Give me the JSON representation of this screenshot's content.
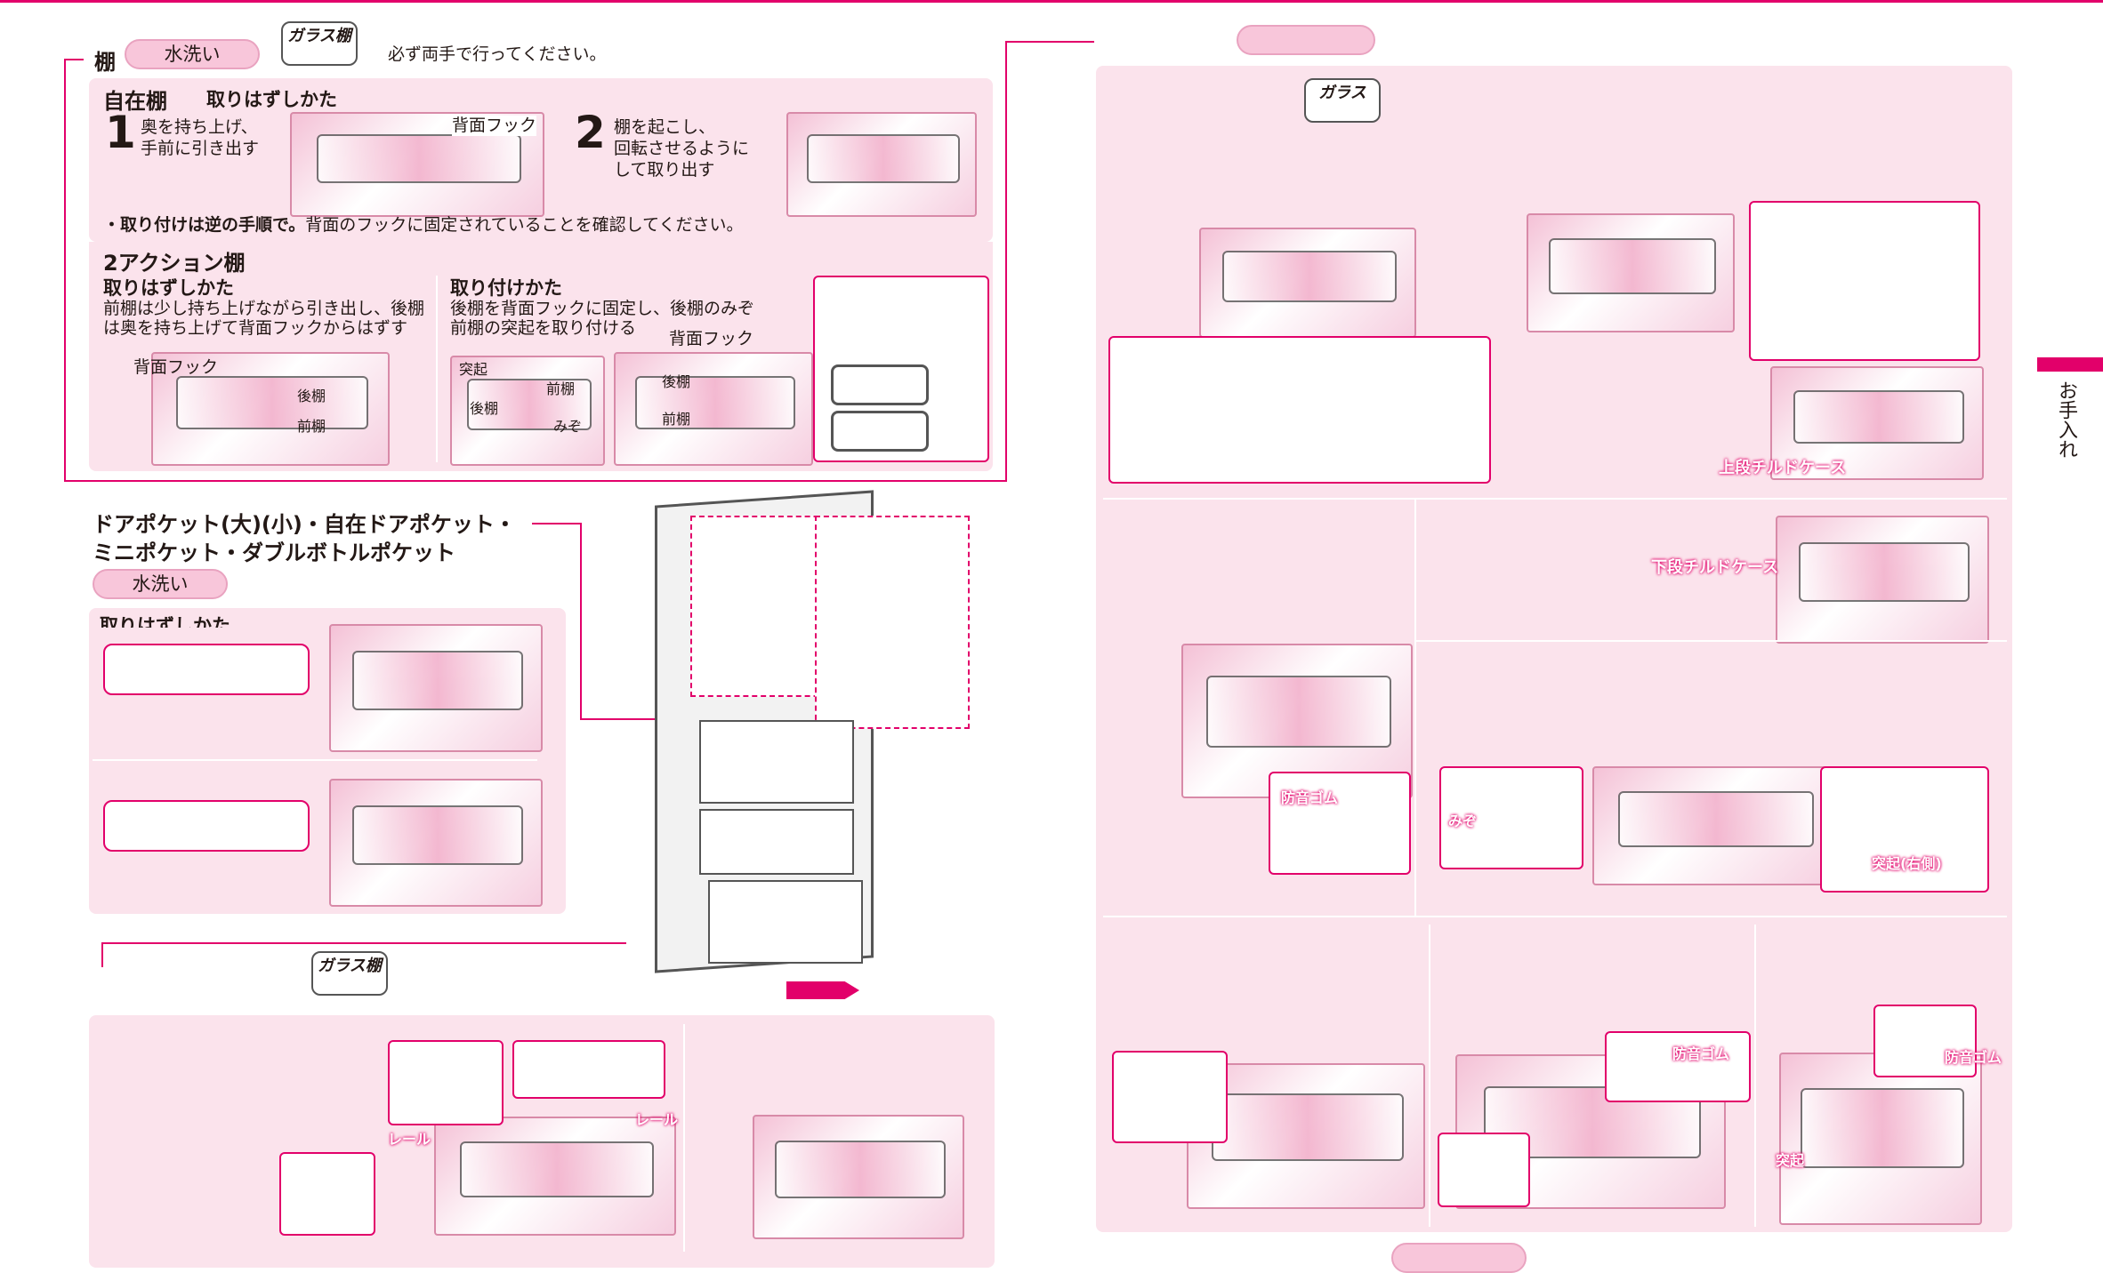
{
  "top_labels": {
    "shelf_heading_fragment": "棚",
    "water_wash_1": "水洗い",
    "glass_shelf_tag_1": "ガラス棚",
    "both_hands_note": "必ず両手で行ってください。"
  },
  "free_shelf": {
    "title": "自在棚",
    "subtitle": "取りはずしかた",
    "step1_number": "1",
    "step1_text_line1": "奥を持ち上げ、",
    "step1_text_line2": "手前に引き出す",
    "step1_label_hook": "背面フック",
    "step2_number": "2",
    "step2_text_line1": "棚を起こし、",
    "step2_text_line2": "回転させるように",
    "step2_text_line3": "して取り出す",
    "install_note_bold": "・取り付けは逆の手順で。",
    "install_note_rest": "背面のフックに固定されていることを確認してください。"
  },
  "two_action_shelf": {
    "title": "2アクション棚",
    "remove_title": "取りはずしかた",
    "remove_line1": "前棚は少し持ち上げながら引き出し、後棚",
    "remove_line2": "は奥を持ち上げて背面フックからはずす",
    "remove_label_hook": "背面フック",
    "remove_label_back": "後棚",
    "remove_label_front": "前棚",
    "install_title": "取り付けかた",
    "install_line1": "後棚を背面フックに固定し、後棚のみぞ",
    "install_line2": "前棚の突起を取り付ける",
    "install_label_hook": "背面フック",
    "install_label_protrusion": "突起",
    "install_label_back1": "後棚",
    "install_label_front1": "前棚",
    "install_label_groove": "みぞ",
    "install_label_back2": "後棚",
    "install_label_front2": "前棚"
  },
  "door_pocket": {
    "title_line1": "ドアポケット(大)(小)・自在ドアポケット・",
    "title_line2": "ミニポケット・ダブルボトルポケット",
    "water_wash": "水洗い",
    "remove_title": "取りはずしかた"
  },
  "bottom_left": {
    "glass_shelf_tag": "ガラス棚",
    "label_rail1": "レール",
    "label_rail2": "レール"
  },
  "right_page": {
    "glass_tag": "ガラス",
    "label_lower_chilled": "下段チルドケース",
    "label_upper_chilled": "上段チルドケース",
    "label_protrusion": "突起",
    "label_packing1": "防音ゴム",
    "label_packing2": "防音ゴム",
    "label_packing3": "防音ゴム",
    "label_groove_left": "みぞ",
    "label_right": "突起(右側)"
  },
  "side_tab": {
    "label": "お手入れ"
  },
  "colors": {
    "accent": "#e2006a",
    "panel": "#fbe3ec",
    "pill": "#f8c6da"
  }
}
